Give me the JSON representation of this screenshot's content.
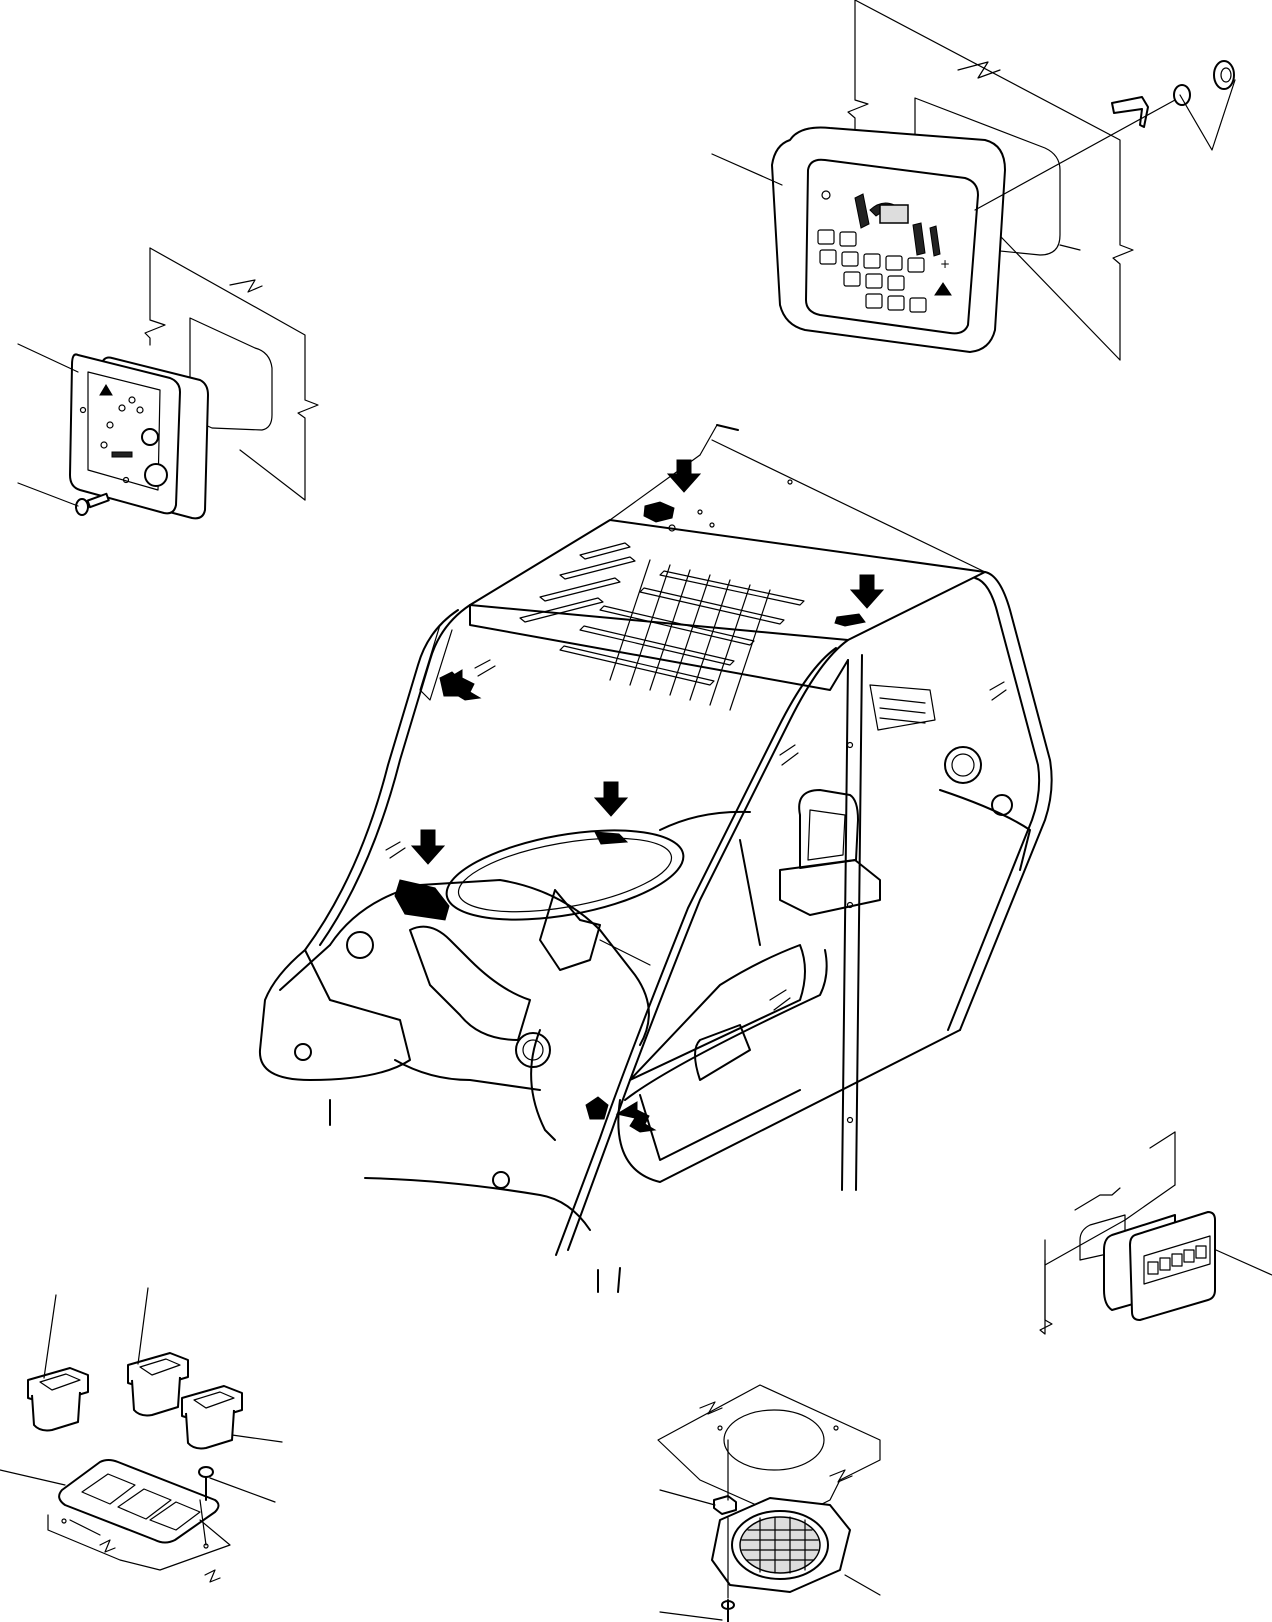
{
  "figure": {
    "arrows": [
      {
        "id": "roof-light",
        "dir": "down"
      },
      {
        "id": "right-pillar-light",
        "dir": "down"
      },
      {
        "id": "left-pillar-light",
        "dir": "up-left"
      },
      {
        "id": "dash-panel-light",
        "dir": "down"
      },
      {
        "id": "left-dash-light",
        "dir": "down"
      },
      {
        "id": "door-lock-light",
        "dir": "up-left"
      }
    ]
  }
}
